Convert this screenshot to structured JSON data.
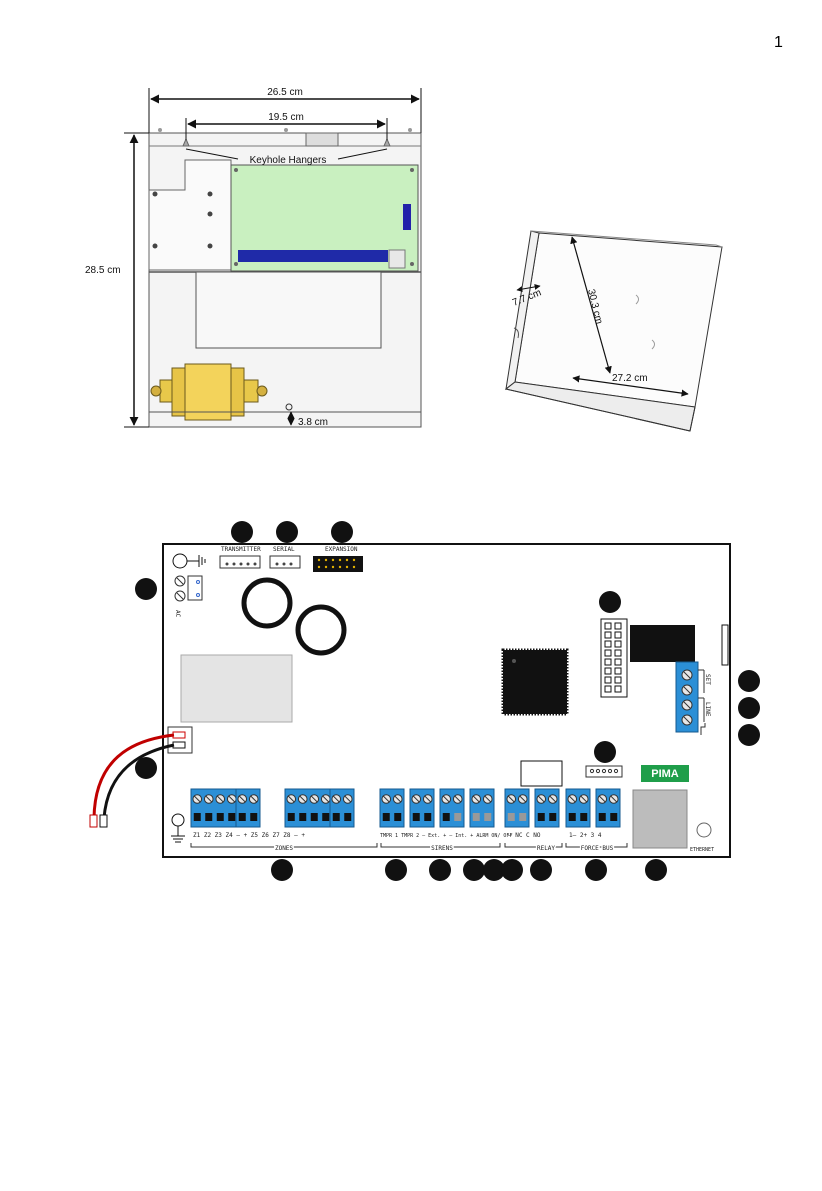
{
  "page_number": "1",
  "enclosure": {
    "width_dimension": "26.5 cm",
    "hanger_spacing": "19.5 cm",
    "hangers_label": "Keyhole Hangers",
    "height_dimension": "28.5 cm",
    "bottom_offset": "3.8 cm"
  },
  "box_3d": {
    "depth_label": "7.7 cm",
    "length_label": "30.3 cm",
    "width_label": "27.2 cm"
  },
  "board": {
    "connectors": {
      "transmitter": "TRANSMITTER",
      "serial": "SERIAL",
      "expansion": "EXPANSION"
    },
    "ac_label": "AC",
    "set_label": "SET",
    "line_label": "LINE",
    "brand_label": "PIMA",
    "ethernet_label": "ETHERNET",
    "terminals": [
      "Z1",
      "Z2",
      "Z3",
      "Z4",
      "–",
      "+",
      "Z5",
      "Z6",
      "Z7",
      "Z8",
      "–",
      "+",
      "TMPR 1",
      "TMPR 2",
      "– Ext. +",
      "– Int. +",
      "ALRM",
      "ON/ OFF",
      "–",
      "NC",
      "C",
      "NO",
      "1–",
      "2+",
      "3",
      "4"
    ],
    "groups": {
      "zones": "ZONES",
      "sirens": "SIRENS",
      "relay": "RELAY",
      "force_bus": "FORCE BUS"
    },
    "group_lines": {
      "zones": "Z1 Z2 Z3 Z4 – + Z5 Z6 Z7 Z8 – +",
      "sirens": "TMPR 1 TMPR 2 – Ext. + – Int. + ALRM ON/ OFF",
      "relay": "– NC C NO",
      "bus": "1– 2+ 3 4"
    }
  }
}
